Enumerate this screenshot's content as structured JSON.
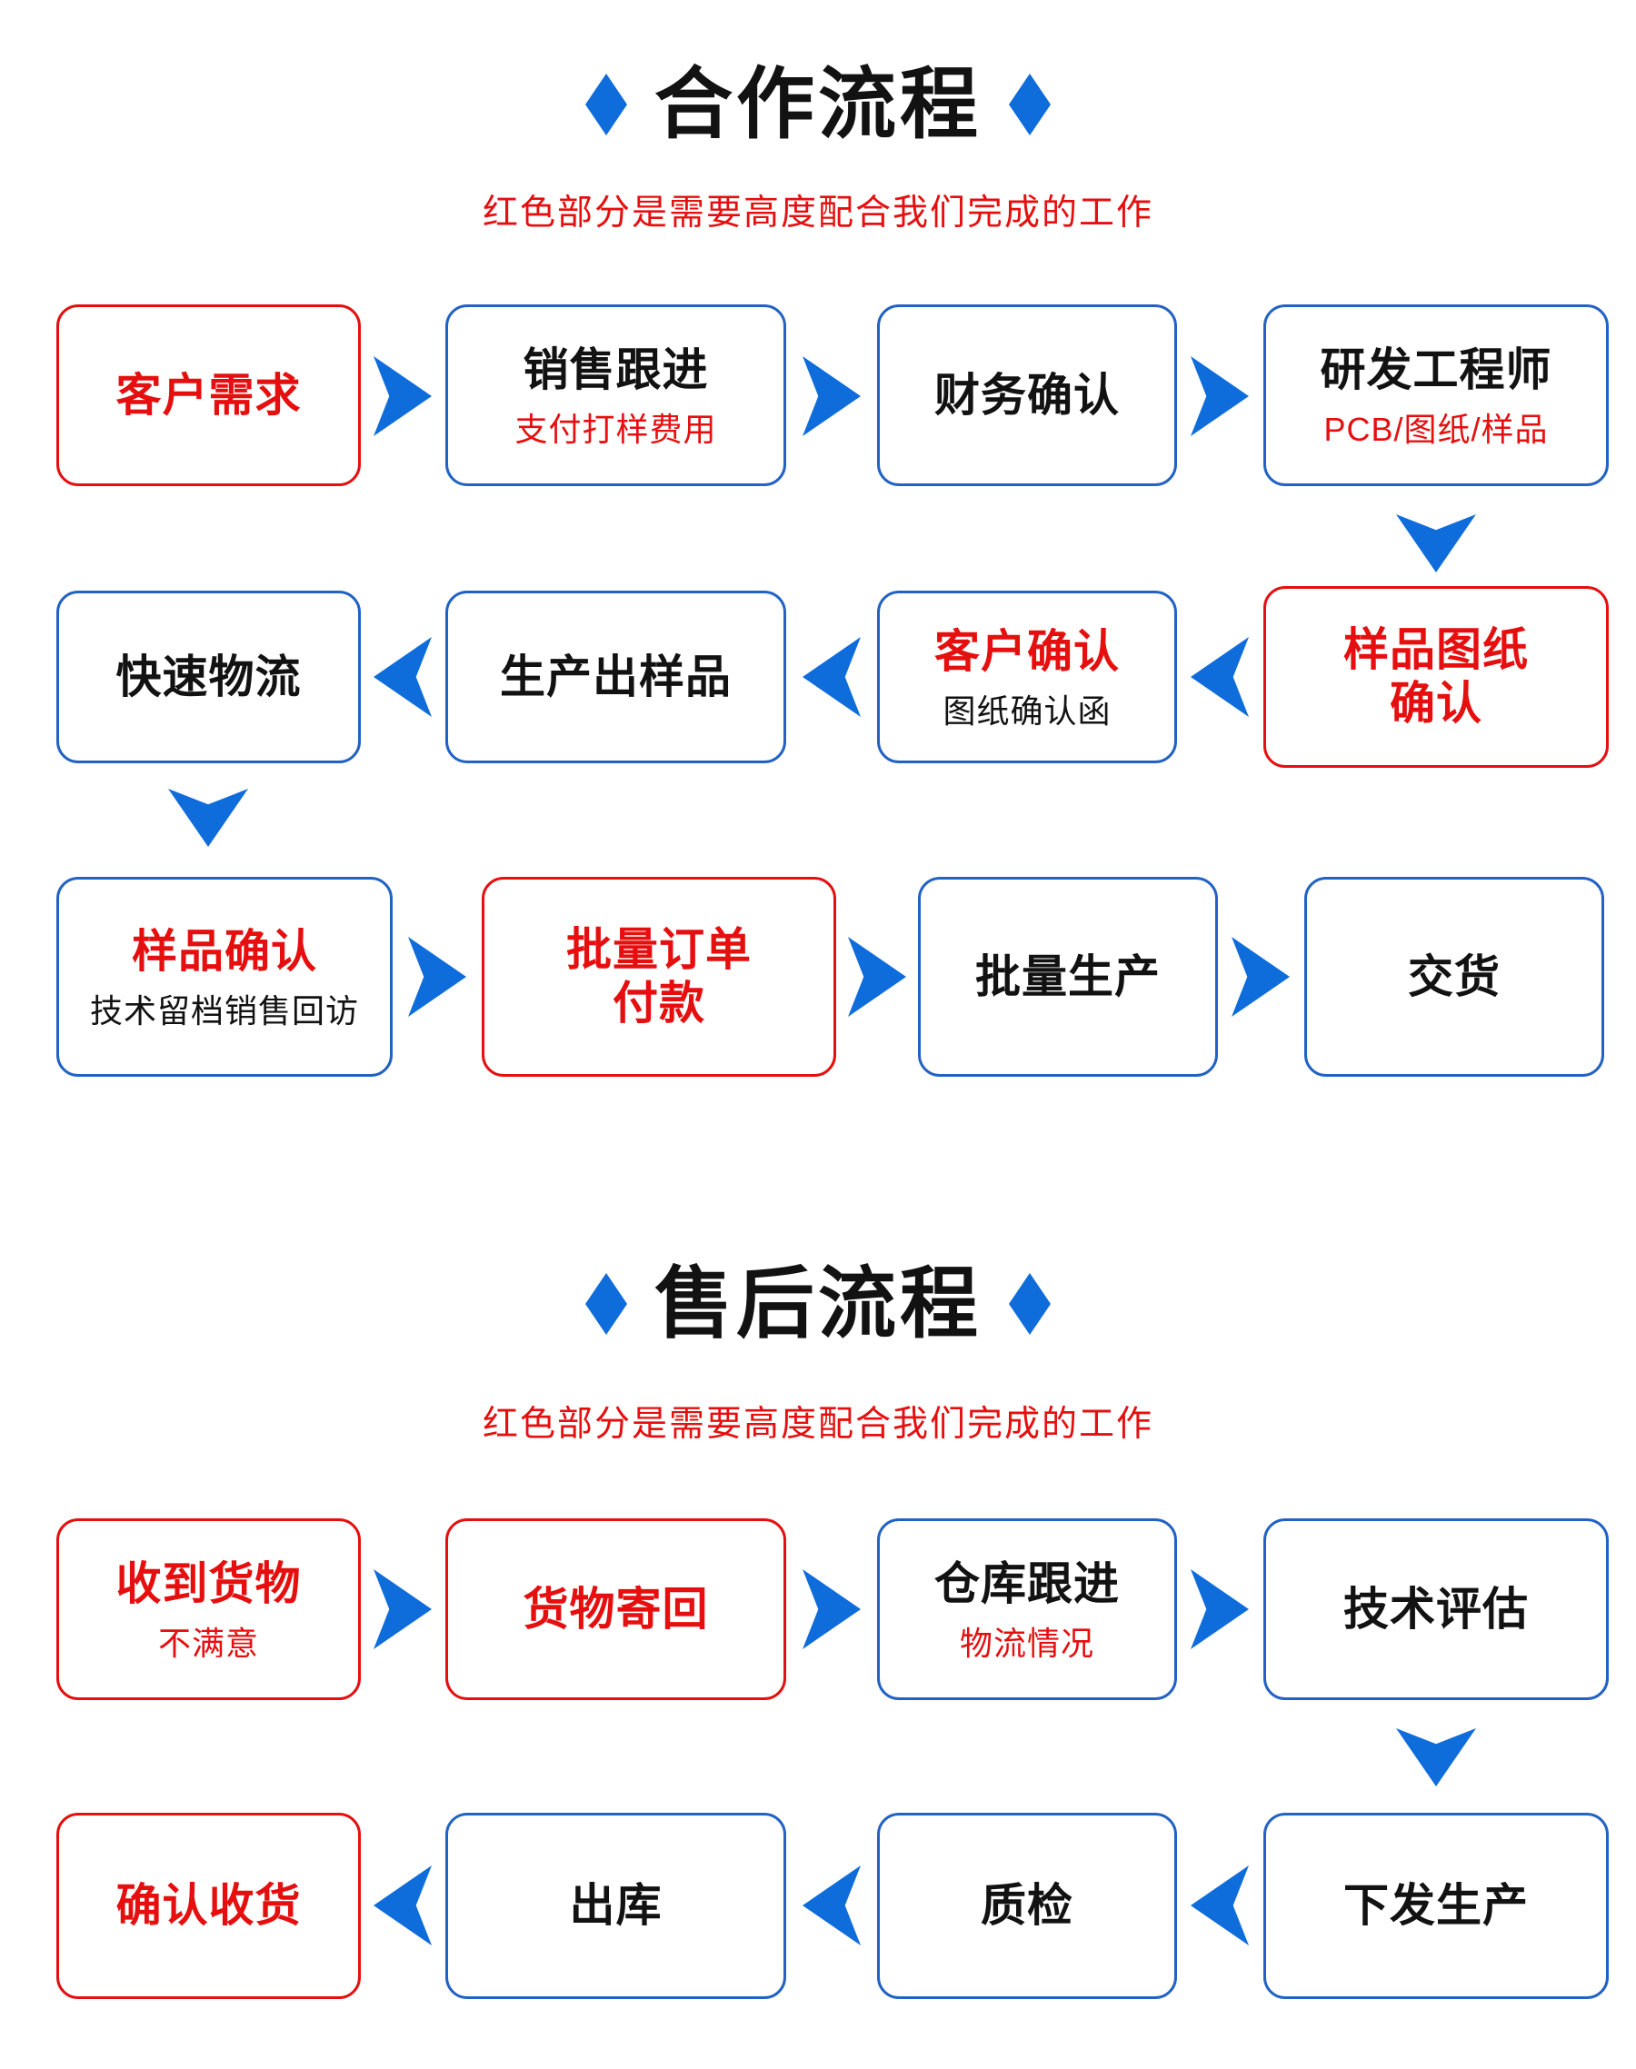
{
  "palette": {
    "blue": "#0e6cdb",
    "blue_border": "#2262c4",
    "red": "#e60f0f",
    "black": "#121212",
    "background": "#ffffff"
  },
  "flow1": {
    "title": "合作流程",
    "subtitle": "红色部分是需要高度配合我们完成的工作",
    "row1": {
      "box1": {
        "title": "客户需求"
      },
      "box2": {
        "title": "销售跟进",
        "subtitle": "支付打样费用"
      },
      "box3": {
        "title": "财务确认"
      },
      "box4": {
        "title": "研发工程师",
        "subtitle": "PCB/图纸/样品"
      }
    },
    "row2": {
      "box1": {
        "title": "快速物流"
      },
      "box2": {
        "title": "生产出样品"
      },
      "box3": {
        "title": "客户确认",
        "subtitle": "图纸确认函"
      },
      "box4": {
        "title": "样品图纸\n确认"
      }
    },
    "row3": {
      "box1": {
        "title": "样品确认",
        "subtitle": "技术留档销售回访"
      },
      "box2": {
        "title": "批量订单\n付款"
      },
      "box3": {
        "title": "批量生产"
      },
      "box4": {
        "title": "交货"
      }
    }
  },
  "flow2": {
    "title": "售后流程",
    "subtitle": "红色部分是需要高度配合我们完成的工作",
    "row1": {
      "box1": {
        "title": "收到货物",
        "subtitle": "不满意"
      },
      "box2": {
        "title": "货物寄回"
      },
      "box3": {
        "title": "仓库跟进",
        "subtitle": "物流情况"
      },
      "box4": {
        "title": "技术评估"
      }
    },
    "row2": {
      "box1": {
        "title": "确认收货"
      },
      "box2": {
        "title": "出库"
      },
      "box3": {
        "title": "质检"
      },
      "box4": {
        "title": "下发生产"
      }
    }
  }
}
